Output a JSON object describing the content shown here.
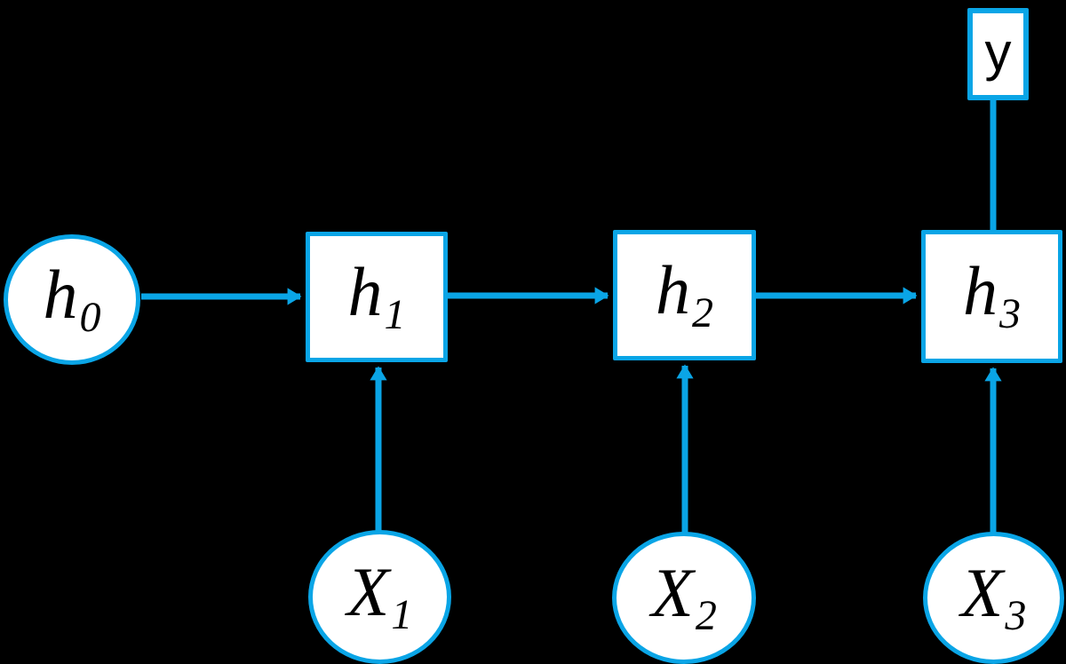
{
  "diagram": {
    "description": "Unrolled recurrent network: hidden states h0..h3 passed left to right, inputs X1..X3 feeding each hidden state, output y from h3",
    "colors": {
      "background": "#000000",
      "accent": "#0aa5e6",
      "node_fill": "#ffffff",
      "text": "#000000"
    },
    "nodes": {
      "h0": {
        "base": "h",
        "sub": "0",
        "shape": "circle"
      },
      "h1": {
        "base": "h",
        "sub": "1",
        "shape": "square"
      },
      "h2": {
        "base": "h",
        "sub": "2",
        "shape": "square"
      },
      "h3": {
        "base": "h",
        "sub": "3",
        "shape": "square"
      },
      "y": {
        "label": "y",
        "shape": "square"
      },
      "x1": {
        "base": "X",
        "sub": "1",
        "shape": "circle"
      },
      "x2": {
        "base": "X",
        "sub": "2",
        "shape": "circle"
      },
      "x3": {
        "base": "X",
        "sub": "3",
        "shape": "circle"
      }
    },
    "edges": [
      {
        "from": "h0",
        "to": "h1",
        "arrowhead": true
      },
      {
        "from": "h1",
        "to": "h2",
        "arrowhead": true
      },
      {
        "from": "h2",
        "to": "h3",
        "arrowhead": true
      },
      {
        "from": "x1",
        "to": "h1",
        "arrowhead": true
      },
      {
        "from": "x2",
        "to": "h2",
        "arrowhead": true
      },
      {
        "from": "x3",
        "to": "h3",
        "arrowhead": true
      },
      {
        "from": "h3",
        "to": "y",
        "arrowhead": false
      }
    ]
  }
}
